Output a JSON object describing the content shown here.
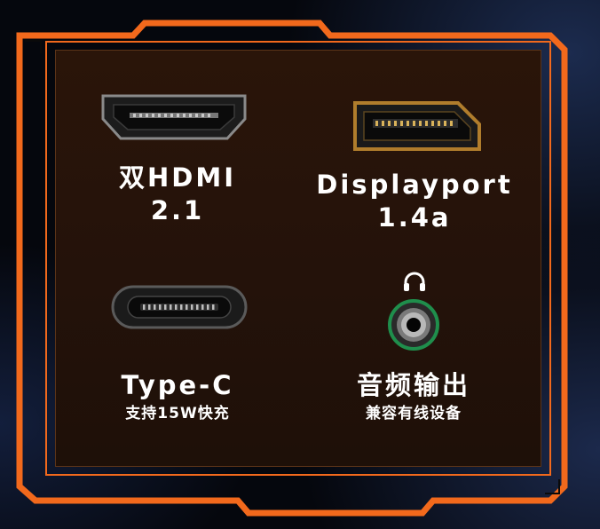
{
  "colors": {
    "frame": "#f2691c",
    "panel": "#2a1509",
    "text": "#ffffff"
  },
  "ports": {
    "hdmi": {
      "line1": "双HDMI",
      "line2": "2.1",
      "icon": "hdmi-port-icon"
    },
    "displayport": {
      "line1": "Displayport",
      "line2": "1.4a",
      "icon": "displayport-icon"
    },
    "typec": {
      "title": "Type-C",
      "subtitle": "支持15W快充",
      "icon": "usb-c-port-icon"
    },
    "audio": {
      "title": "音频输出",
      "subtitle": "兼容有线设备",
      "icon": "audio-jack-icon"
    }
  }
}
